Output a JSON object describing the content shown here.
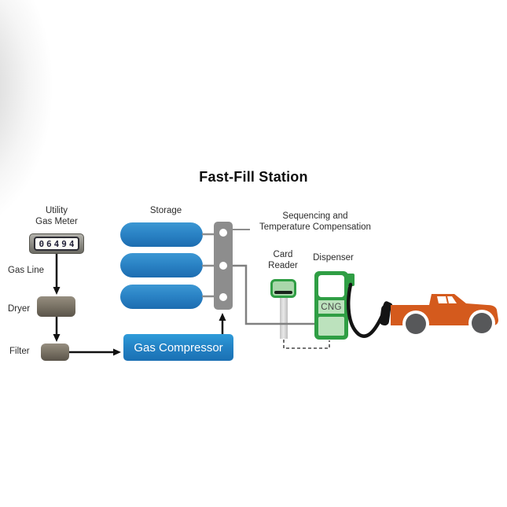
{
  "title": "Fast-Fill Station",
  "labels": {
    "utility_gas_meter": "Utility\nGas Meter",
    "gas_line": "Gas Line",
    "dryer": "Dryer",
    "filter": "Filter",
    "storage": "Storage",
    "sequencing": "Sequencing and\nTemperature Compensation",
    "card_reader": "Card\nReader",
    "dispenser": "Dispenser"
  },
  "meter": {
    "reading": "06494"
  },
  "compressor": {
    "label": "Gas Compressor"
  },
  "dispenser": {
    "fuel_label": "CNG"
  },
  "colors": {
    "tank_blue": "#2b84c6",
    "compressor_blue": "#2484c6",
    "equipment_taupe": "#7c7567",
    "sequencing_gray": "#8d8d8d",
    "dispenser_green": "#2f9e44",
    "dispenser_light_green": "#bce2bd",
    "truck_orange": "#d45a1d",
    "wheel_gray": "#57585a",
    "hose_black": "#141414"
  }
}
